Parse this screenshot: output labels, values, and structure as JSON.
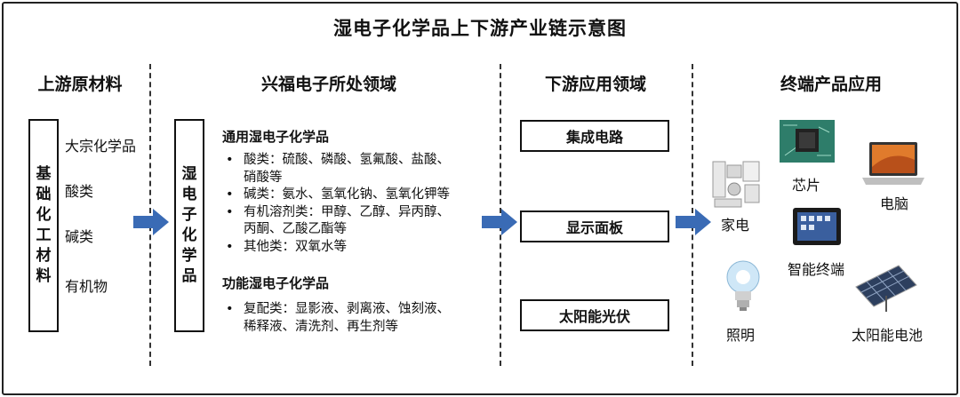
{
  "title": "湿电子化学品上下游产业链示意图",
  "columns": {
    "upstream": "上游原材料",
    "midstream": "兴福电子所处领域",
    "downstream": "下游应用领域",
    "terminal": "终端产品应用"
  },
  "upstream": {
    "box_label": "基础化工材料",
    "items": [
      "大宗化学品",
      "酸类",
      "碱类",
      "有机物"
    ]
  },
  "midstream": {
    "box_label": "湿电子化学品",
    "general": {
      "title": "通用湿电子化学品",
      "lines": [
        "酸类：硫酸、磷酸、氢氟酸、盐酸、",
        "硝酸等",
        "碱类：氨水、氢氧化钠、氢氧化钾等",
        "有机溶剂类：甲醇、乙醇、异丙醇、",
        "丙酮、乙酸乙酯等",
        "其他类：双氧水等"
      ]
    },
    "functional": {
      "title": "功能湿电子化学品",
      "lines": [
        "复配类：显影液、剥离液、蚀刻液、",
        "稀释液、清洗剂、再生剂等"
      ]
    }
  },
  "downstream": {
    "items": [
      "集成电路",
      "显示面板",
      "太阳能光伏"
    ]
  },
  "terminal": {
    "products": [
      "家电",
      "芯片",
      "电脑",
      "智能终端",
      "照明",
      "太阳能电池"
    ]
  },
  "colors": {
    "arrow": "#3a6bb5",
    "border": "#111111"
  }
}
